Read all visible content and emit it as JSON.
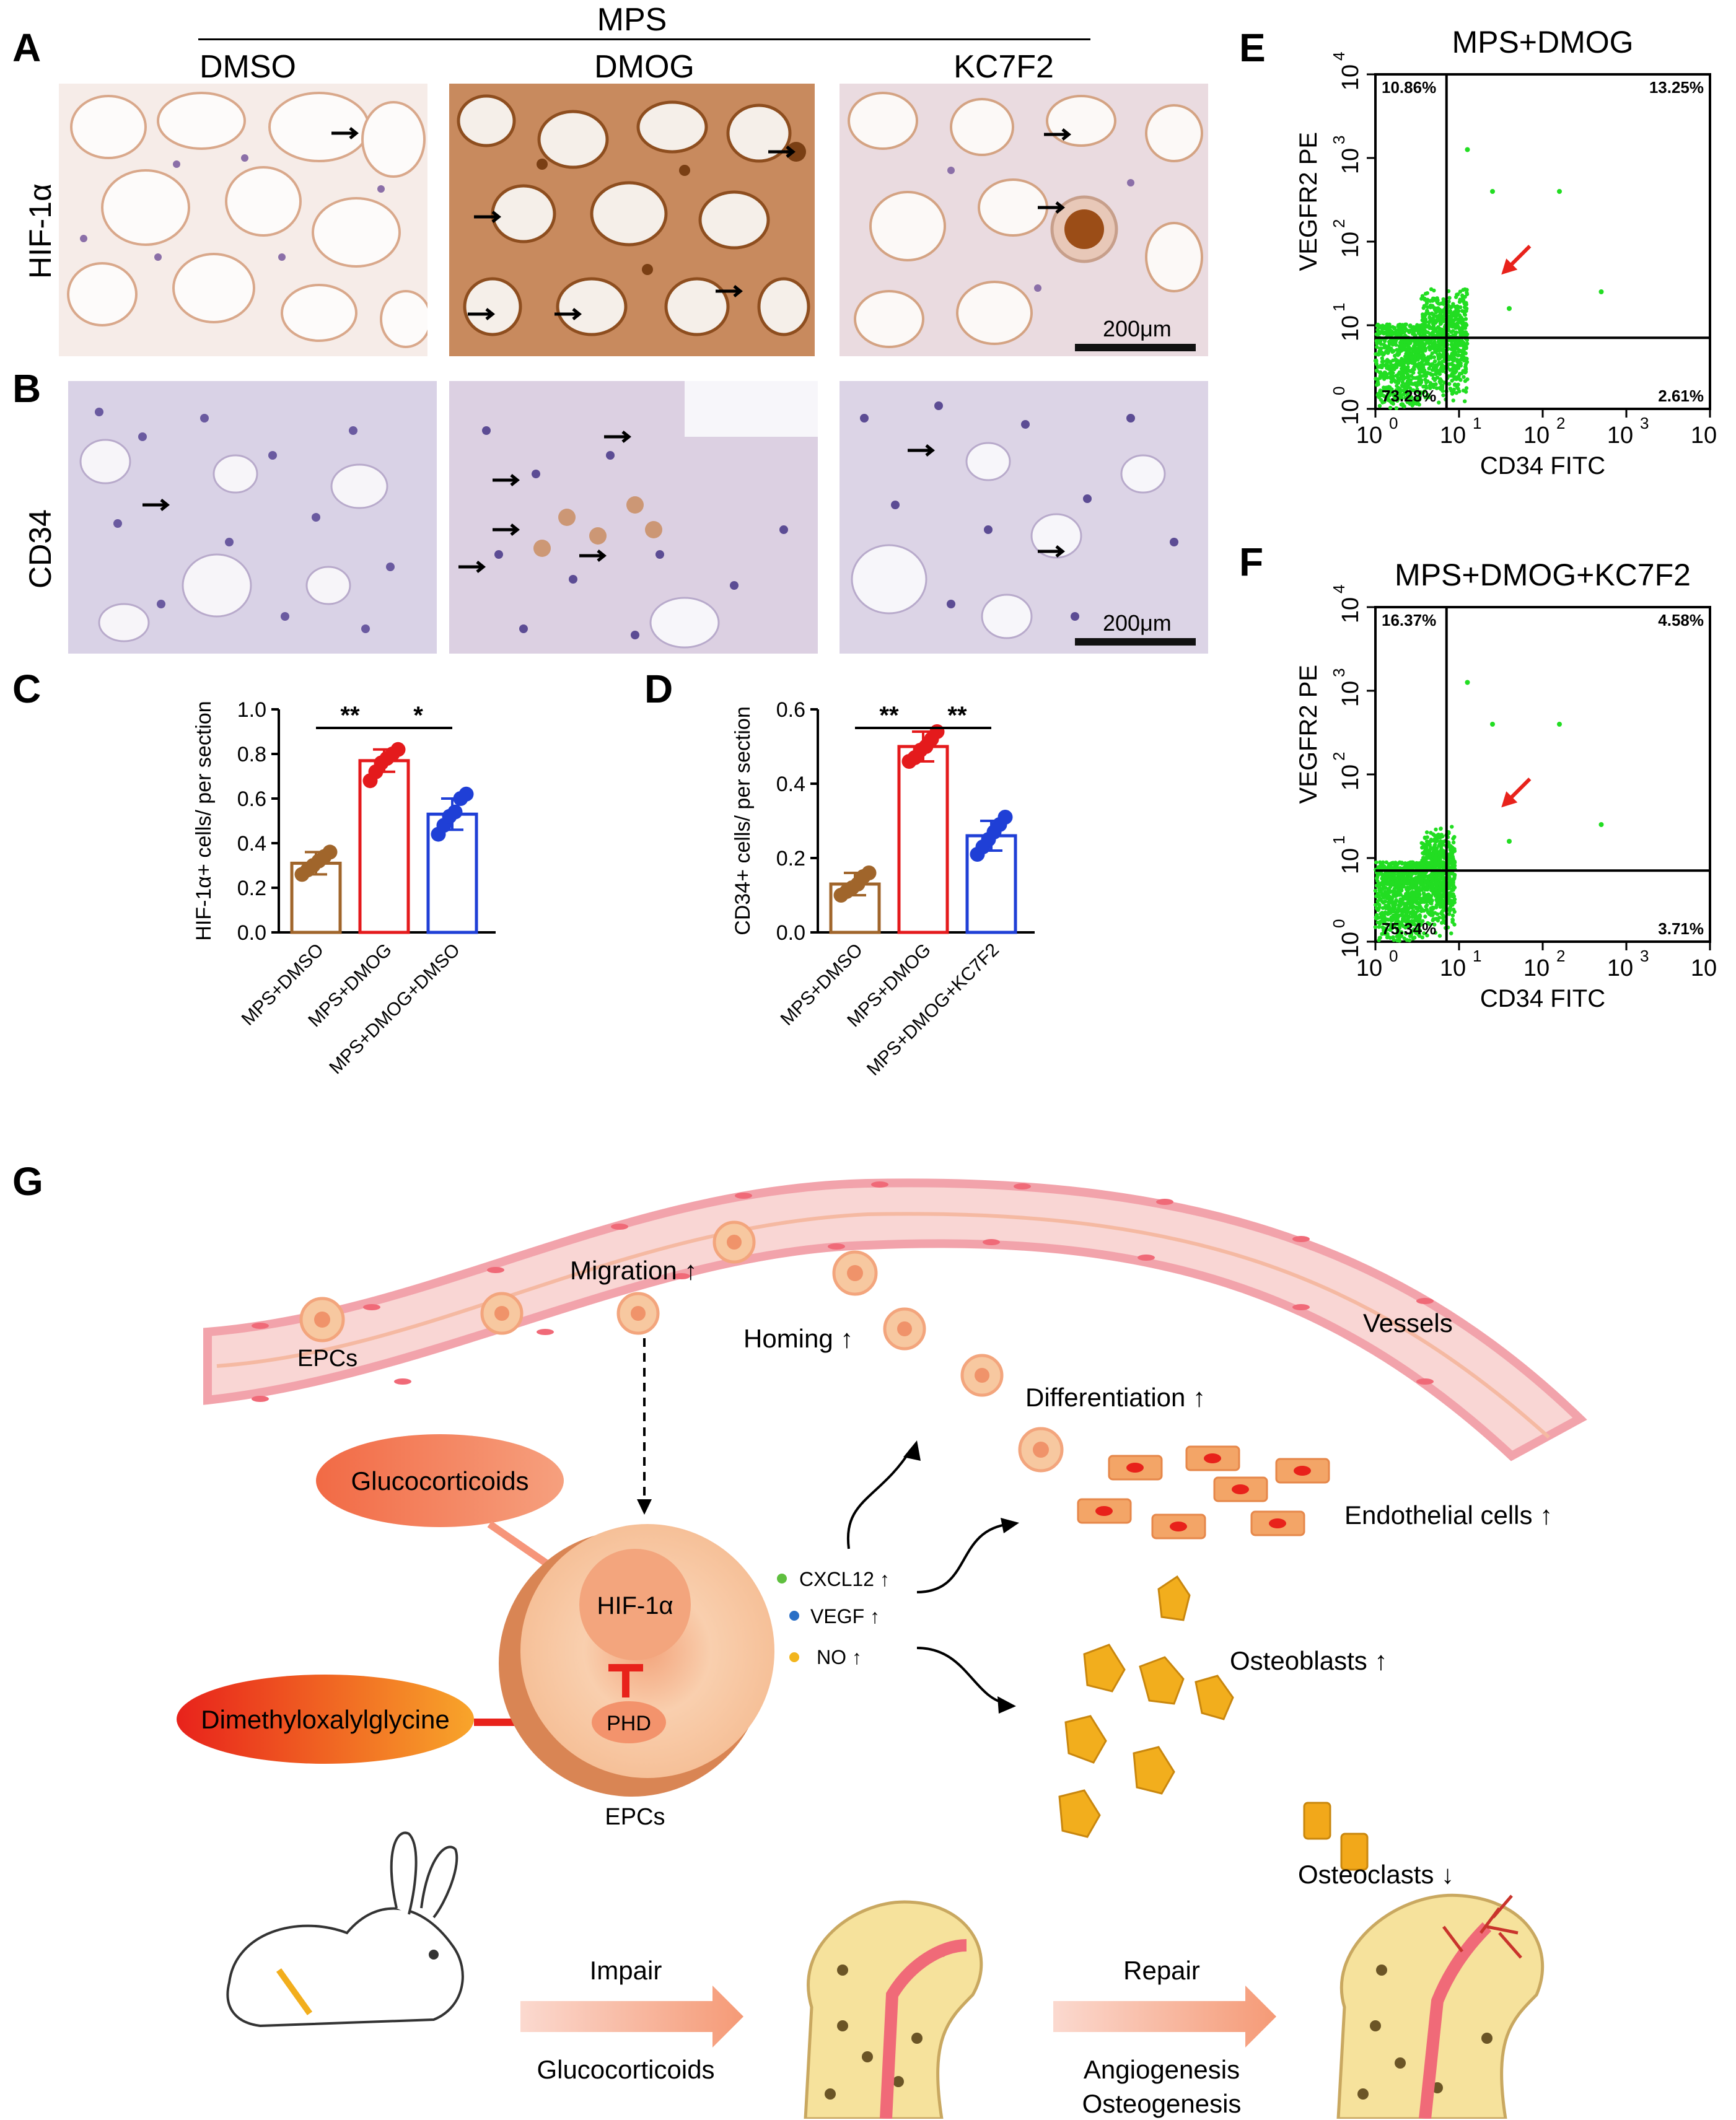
{
  "panels": {
    "A": "A",
    "B": "B",
    "C": "C",
    "D": "D",
    "E": "E",
    "F": "F",
    "G": "G"
  },
  "histology": {
    "group_header": "MPS",
    "columns": [
      "DMSO",
      "DMOG",
      "KC7F2"
    ],
    "rows": [
      "HIF-1α",
      "CD34"
    ],
    "scale_bar": "200μm"
  },
  "chart_data": [
    {
      "panel": "C",
      "type": "bar",
      "ylabel": "HIF-1α+ cells/ per section",
      "ylim": [
        0,
        1.0
      ],
      "yticks": [
        "0.0",
        "0.2",
        "0.4",
        "0.6",
        "0.8",
        "1.0"
      ],
      "categories": [
        "MPS+DMSO",
        "MPS+DMOG",
        "MPS+DMOG+DMSO"
      ],
      "values": [
        0.31,
        0.77,
        0.53
      ],
      "errors": [
        0.05,
        0.05,
        0.07
      ],
      "points": [
        [
          0.26,
          0.28,
          0.3,
          0.32,
          0.34,
          0.36
        ],
        [
          0.68,
          0.72,
          0.76,
          0.78,
          0.8,
          0.82
        ],
        [
          0.44,
          0.48,
          0.52,
          0.54,
          0.6,
          0.62
        ]
      ],
      "colors": [
        "#a0652b",
        "#e41a1c",
        "#1f3fd6"
      ],
      "significance": [
        {
          "from": 0,
          "to": 1,
          "label": "**"
        },
        {
          "from": 1,
          "to": 2,
          "label": "*"
        }
      ]
    },
    {
      "panel": "D",
      "type": "bar",
      "ylabel": "CD34+ cells/ per section",
      "ylim": [
        0,
        0.6
      ],
      "yticks": [
        "0.0",
        "0.2",
        "0.4",
        "0.6"
      ],
      "categories": [
        "MPS+DMSO",
        "MPS+DMOG",
        "MPS+DMOG+KC7F2"
      ],
      "values": [
        0.13,
        0.5,
        0.26
      ],
      "errors": [
        0.03,
        0.04,
        0.04
      ],
      "points": [
        [
          0.1,
          0.11,
          0.12,
          0.13,
          0.15,
          0.16
        ],
        [
          0.46,
          0.47,
          0.49,
          0.5,
          0.52,
          0.54
        ],
        [
          0.21,
          0.23,
          0.25,
          0.27,
          0.29,
          0.31
        ]
      ],
      "colors": [
        "#a0652b",
        "#e41a1c",
        "#1f3fd6"
      ],
      "significance": [
        {
          "from": 0,
          "to": 1,
          "label": "**"
        },
        {
          "from": 1,
          "to": 2,
          "label": "**"
        }
      ]
    },
    {
      "panel": "E",
      "type": "scatter",
      "title": "MPS+DMOG",
      "xlabel": "CD34 FITC",
      "ylabel": "VEGFR2 PE",
      "scale": "log",
      "xlim": [
        1,
        10000
      ],
      "ylim": [
        1,
        10000
      ],
      "quadrants": {
        "ul": "10.86%",
        "ur": "13.25%",
        "ll": "73.28%",
        "lr": "2.61%"
      }
    },
    {
      "panel": "F",
      "type": "scatter",
      "title": "MPS+DMOG+KC7F2",
      "xlabel": "CD34 FITC",
      "ylabel": "VEGFR2 PE",
      "scale": "log",
      "xlim": [
        1,
        10000
      ],
      "ylim": [
        1,
        10000
      ],
      "quadrants": {
        "ul": "16.37%",
        "ur": "4.58%",
        "ll": "75.34%",
        "lr": "3.71%"
      }
    }
  ],
  "flow_axis_ticks": [
    "10",
    "10",
    "10",
    "10",
    "10"
  ],
  "flow_axis_exps": [
    "0",
    "1",
    "2",
    "3",
    "4"
  ],
  "schematic": {
    "migration": "Migration",
    "homing": "Homing",
    "differentiation": "Differentiation",
    "vessels": "Vessels",
    "epcs_top": "EPCs",
    "glucocorticoids": "Glucocorticoids",
    "dmog": "Dimethyloxalylglycine",
    "hif": "HIF-1α",
    "phd": "PHD",
    "epcs_cell": "EPCs",
    "cxcl12": "CXCL12",
    "vegf": "VEGF",
    "no": "NO",
    "endothelial": "Endothelial cells",
    "osteoblasts": "Osteoblasts",
    "osteoclasts": "Osteoclasts",
    "up": "↑",
    "down": "↓",
    "impair": "Impair",
    "glucocorticoids_bottom": "Glucocorticoids",
    "repair": "Repair",
    "angiogenesis": "Angiogenesis",
    "osteogenesis": "Osteogenesis"
  },
  "colors": {
    "vessel": "#f7cfd0",
    "vessel_wall": "#f3a9b1",
    "epc": "#f7c8a0",
    "glucocorticoid": "#f07a55",
    "dmog_start": "#e8221b",
    "dmog_end": "#f8a52a",
    "flow_green": "#22dd22",
    "bone": "#f6e29c"
  }
}
